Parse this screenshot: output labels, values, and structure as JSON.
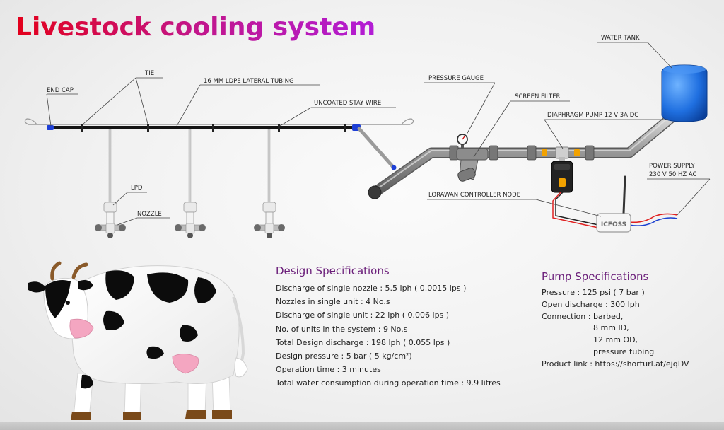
{
  "title": "Livestock cooling system",
  "callouts": {
    "end_cap": "END CAP",
    "tie": "TIE",
    "lateral_tubing": "16 MM LDPE LATERAL TUBING",
    "stay_wire": "UNCOATED STAY WIRE",
    "lpd": "LPD",
    "nozzle": "NOZZLE",
    "pressure_gauge": "PRESSURE GAUGE",
    "screen_filter": "SCREEN FILTER",
    "diaphragm_pump": "DIAPHRAGM PUMP 12 V 3A DC",
    "water_tank": "WATER TANK",
    "power_supply_1": "POWER SUPPLY",
    "power_supply_2": "230 V 50 HZ AC",
    "controller_node": "LORAWAN CONTROLLER NODE",
    "controller_brand": "ICFOSS"
  },
  "design_specs": {
    "heading": "Design Specifications",
    "lines": [
      "Discharge of single nozzle : 5.5 lph ( 0.0015 lps )",
      "Nozzles in single unit : 4 No.s",
      "Discharge of single unit : 22 lph ( 0.006 lps )",
      "No. of units in the system : 9 No.s",
      "Total Design discharge : 198 lph ( 0.055 lps )",
      "Design pressure : 5 bar ( 5 kg/cm²)",
      "Operation time : 3 minutes",
      "Total water consumption during operation time : 9.9 litres"
    ]
  },
  "pump_specs": {
    "heading": "Pump Specifications",
    "pressure": "Pressure : 125 psi ( 7 bar )",
    "open_discharge": "Open discharge : 300 lph",
    "connection": "Connection : barbed,",
    "connection_2": "8 mm ID,",
    "connection_3": "12 mm OD,",
    "connection_4": "pressure tubing",
    "product_link": "Product link : https://shorturl.at/ejqDV"
  },
  "colors": {
    "title_start": "#e3001b",
    "title_end": "#b21dd6",
    "heading": "#6b1f7a",
    "tank": "#1f6fe0",
    "pipe": "#8a8a8a",
    "pump_accent": "#f2a200",
    "wire_red": "#e02020",
    "wire_blue": "#1a3fd0"
  }
}
